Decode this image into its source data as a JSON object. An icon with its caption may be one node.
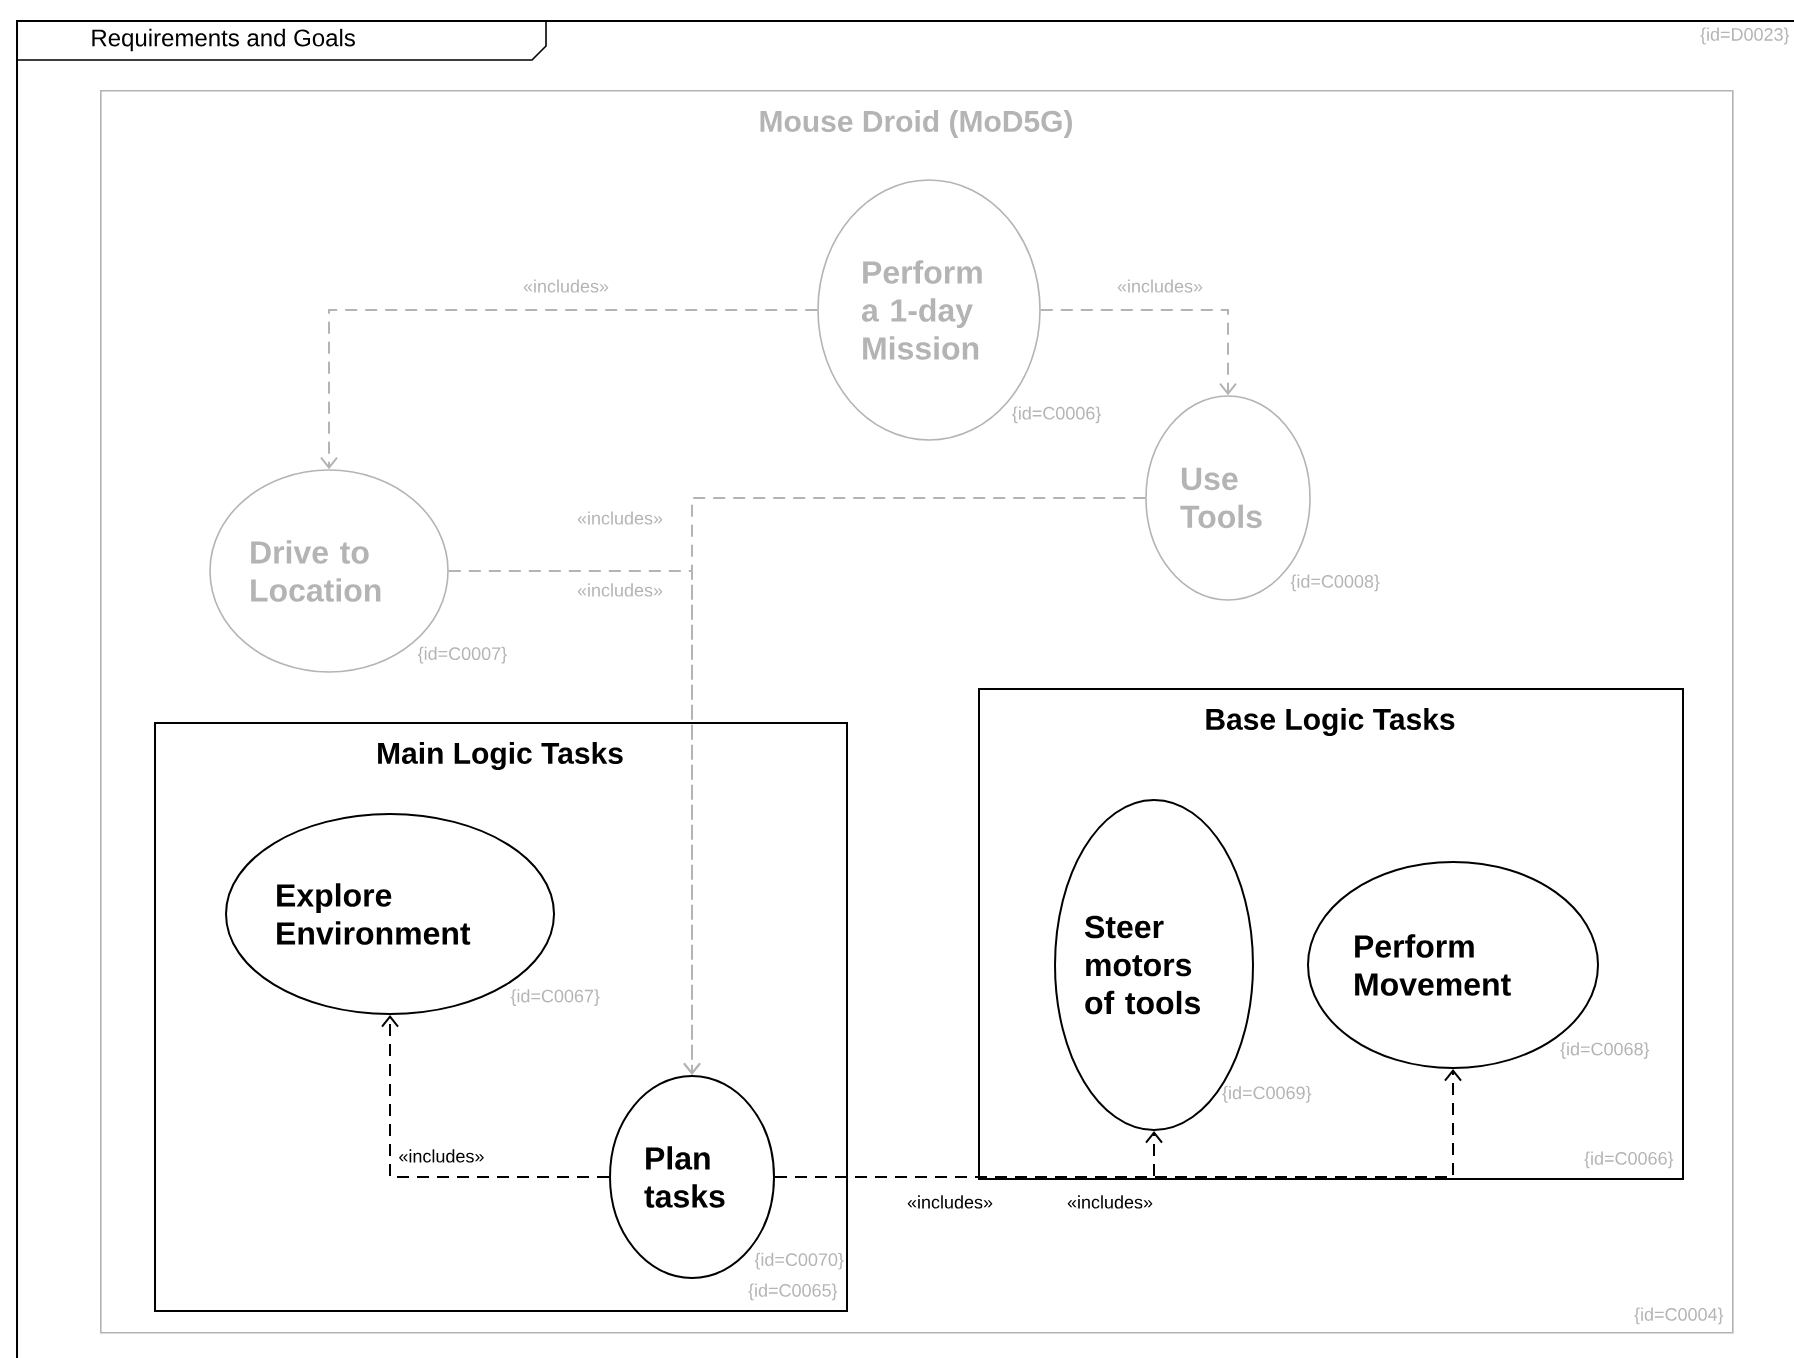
{
  "diagram": {
    "nodes": [
      {
        "text": [
          "Requirements and Goals"
        ],
        "beside": [
          "{id=D0023}"
        ]
      },
      {
        "text": [
          "Mouse Droid (MoD5G)"
        ],
        "beside": [
          "{id=C0004}"
        ],
        "in": 0
      },
      {
        "text": [
          "Perform a 1-day Mission"
        ],
        "beside": [
          "{id=C0006}"
        ],
        "in": 1
      },
      {
        "text": [
          "Drive to Location"
        ],
        "beside": [
          "{id=C0007}"
        ],
        "in": 1
      },
      {
        "text": [
          "Use Tools"
        ],
        "beside": [
          "{id=C0008}"
        ],
        "in": 1
      },
      {
        "text": [
          "Main Logic Tasks"
        ],
        "beside": [
          "{id=C0065}"
        ],
        "in": 1
      },
      {
        "text": [
          "Explore Environment"
        ],
        "beside": [
          "{id=C0067}"
        ],
        "in": 5
      },
      {
        "text": [
          "Plan tasks"
        ],
        "beside": [
          "{id=C0070}"
        ],
        "in": 5
      },
      {
        "text": [
          "Base Logic Tasks"
        ],
        "beside": [
          "{id=C0066}"
        ],
        "in": 1
      },
      {
        "text": [
          "Steer motors of tools"
        ],
        "beside": [
          "{id=C0069}"
        ],
        "in": 8
      },
      {
        "text": [
          "Perform Movement"
        ],
        "beside": [
          "{id=C0068}"
        ],
        "in": 8
      }
    ],
    "edges": [
      {
        "from": 2,
        "to": 3,
        "arrow": "to",
        "label": "«includes»",
        "style": "dashed",
        "color": "#b4b4b4"
      },
      {
        "from": 2,
        "to": 4,
        "arrow": "to",
        "label": "«includes»",
        "style": "dashed",
        "color": "#b4b4b4"
      },
      {
        "from": 4,
        "to": 7,
        "arrow": "to",
        "label": "«includes»",
        "style": "dashed",
        "color": "#b4b4b4"
      },
      {
        "from": 3,
        "to": 7,
        "arrow": "to",
        "label": "«includes»",
        "style": "dashed",
        "color": "#b4b4b4"
      },
      {
        "from": 7,
        "to": 6,
        "arrow": "to",
        "label": "«includes»",
        "style": "dashed",
        "color": "#000000"
      },
      {
        "from": 7,
        "to": 10,
        "arrow": "to",
        "label": "«includes»",
        "style": "dashed",
        "color": "#000000"
      },
      {
        "from": 7,
        "to": 9,
        "arrow": "to",
        "label": "«includes»",
        "style": "dashed",
        "color": "#000000"
      }
    ]
  }
}
